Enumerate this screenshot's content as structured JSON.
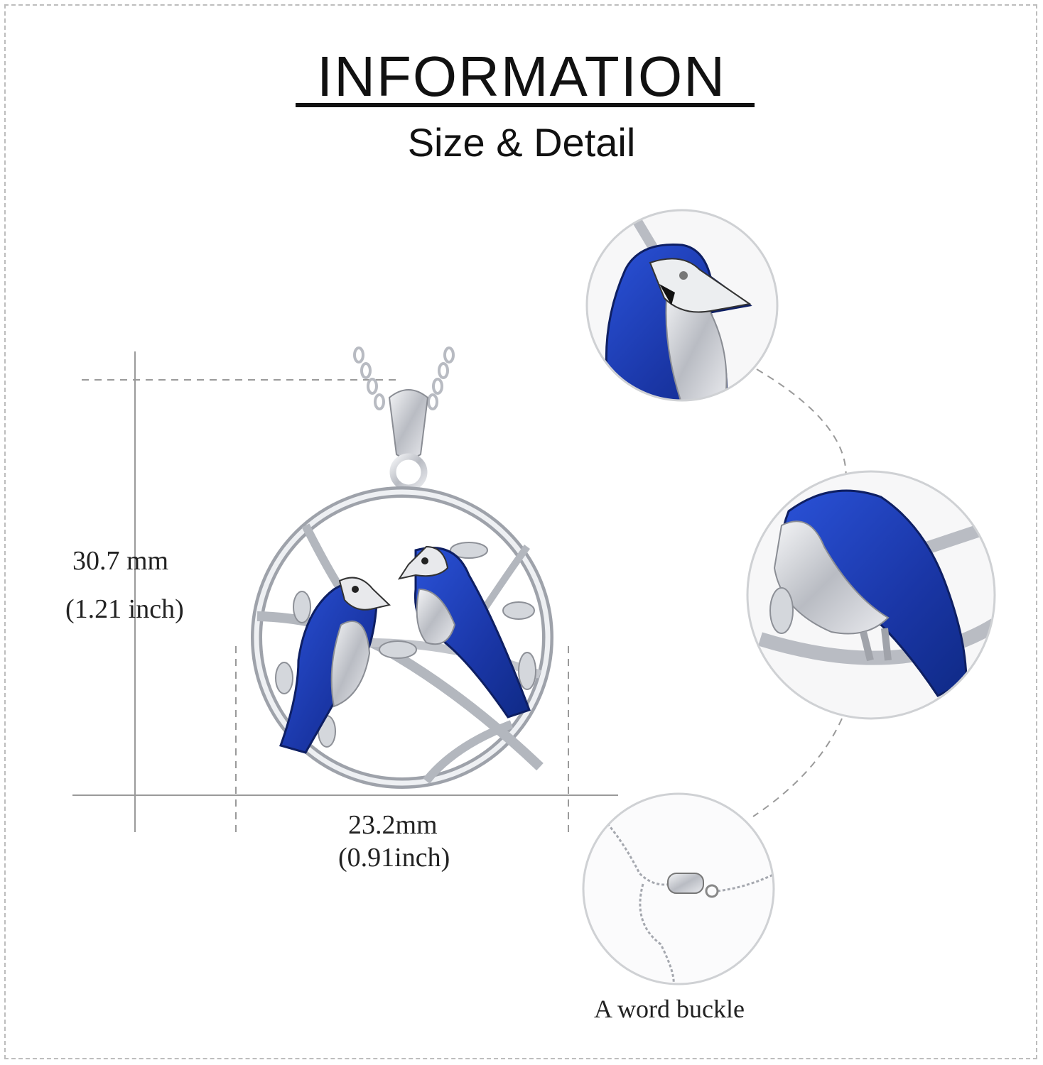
{
  "header": {
    "title": "INFORMATION",
    "subtitle": "Size & Detail"
  },
  "dimensions": {
    "height_mm": "30.7 mm",
    "height_inch": "(1.21 inch)",
    "width_mm": "23.2mm",
    "width_inch": "(0.91inch)"
  },
  "detail": {
    "caption": "A word buckle"
  },
  "colors": {
    "enamel_blue": "#1d3fb5",
    "silver": "#c9ccd2",
    "dash_gray": "#9a9a9a"
  }
}
